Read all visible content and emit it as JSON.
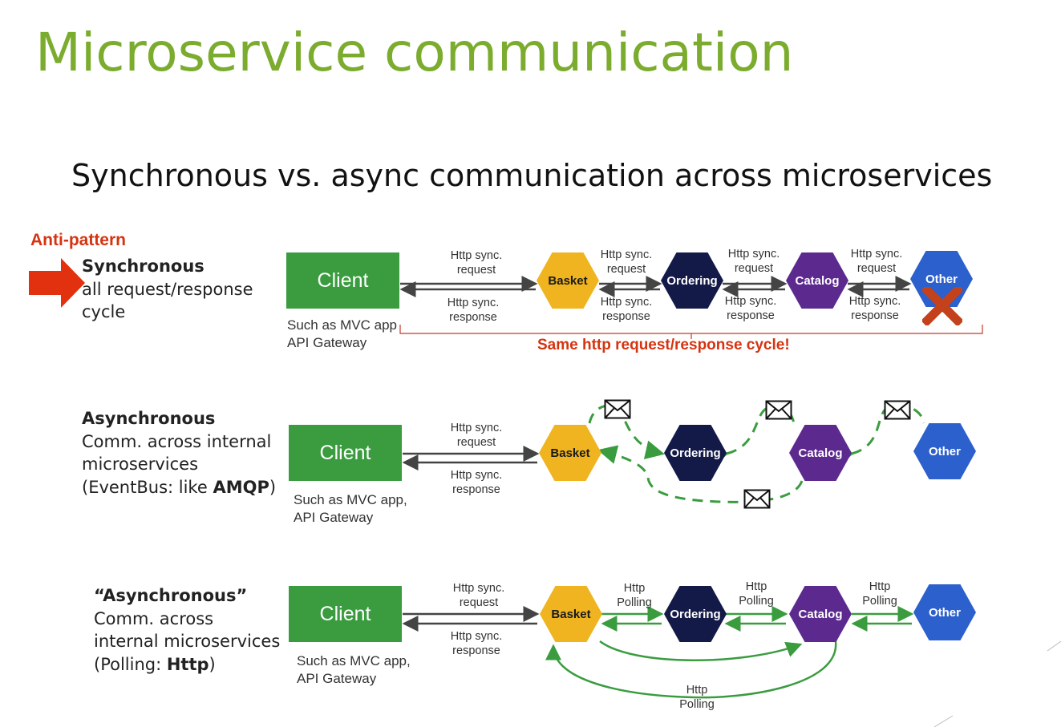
{
  "title": "Microservice communication",
  "subtitle": "Synchronous vs. async communication across microservices",
  "anti_pattern": "Anti-pattern",
  "rows": [
    {
      "heading": "Synchronous",
      "lines": [
        "all request/response",
        "cycle"
      ],
      "client": "Client",
      "client_note": [
        "Such as MVC app",
        "API Gateway"
      ],
      "services": [
        "Basket",
        "Ordering",
        "Catalog",
        "Other"
      ],
      "client_labels": {
        "request": [
          "Http sync.",
          "request"
        ],
        "response": [
          "Http sync.",
          "response"
        ]
      },
      "hop_labels": {
        "request": [
          "Http sync.",
          "request"
        ],
        "response": [
          "Http sync.",
          "response"
        ]
      },
      "cycle_note": "Same http request/response cycle!"
    },
    {
      "heading": "Asynchronous",
      "lines": [
        "Comm. across internal",
        "microservices"
      ],
      "bus_prefix": "(EventBus: like ",
      "bus_bold": "AMQP",
      "bus_suffix": ")",
      "client": "Client",
      "client_note": [
        "Such as MVC app,",
        "API Gateway"
      ],
      "services": [
        "Basket",
        "Ordering",
        "Catalog",
        "Other"
      ],
      "client_labels": {
        "request": [
          "Http sync.",
          "request"
        ],
        "response": [
          "Http sync.",
          "response"
        ]
      }
    },
    {
      "heading": "“Asynchronous”",
      "lines": [
        "Comm. across",
        "internal microservices"
      ],
      "poll_prefix": "(Polling: ",
      "poll_bold": "Http",
      "poll_suffix": ")",
      "client": "Client",
      "client_note": [
        "Such as MVC app,",
        "API Gateway"
      ],
      "services": [
        "Basket",
        "Ordering",
        "Catalog",
        "Other"
      ],
      "client_labels": {
        "request": [
          "Http sync.",
          "request"
        ],
        "response": [
          "Http sync.",
          "response"
        ]
      },
      "polling_label": [
        "Http",
        "Polling"
      ]
    }
  ],
  "colors": {
    "title": "#7bac2e",
    "client": "#3a9c3f",
    "basket": "#efb41f",
    "ordering": "#141a48",
    "catalog": "#5c2a8e",
    "other": "#2c60cc",
    "anti_pattern": "#d6330f",
    "async_line": "#3a9c3f"
  },
  "icons": {
    "anti_pattern_arrow": "red-right-arrow-icon",
    "blocked": "red-x-icon",
    "message": "envelope-icon"
  }
}
